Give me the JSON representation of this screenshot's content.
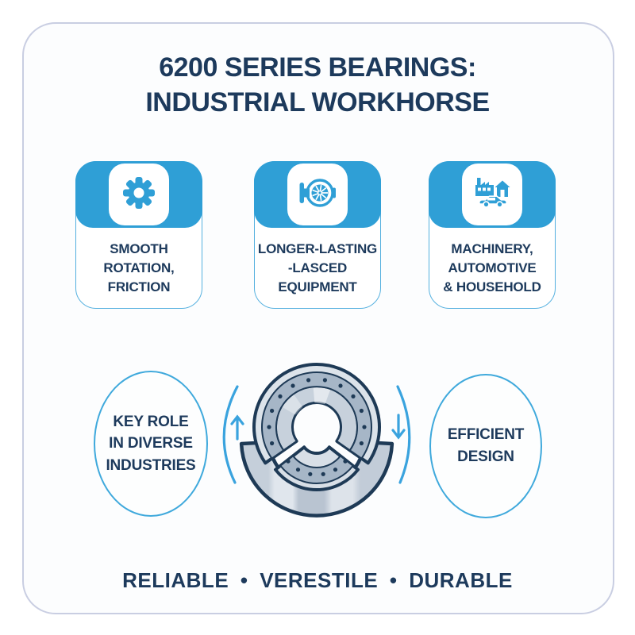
{
  "page": {
    "title": "6200 SERIES BEARINGS:\nINDUSTRIAL WORKHORSE",
    "footer": "RELIABLE • VERESTILE • DURABLE"
  },
  "colors": {
    "accent_blue": "#2f9fd6",
    "navy_text": "#1d3a5c",
    "bearing_outline": "#1e3a56",
    "circle_stroke": "#3fa9dc",
    "arrow_blue": "#3aa3de",
    "frame_border": "#c9cee2",
    "card_border": "#54b0df",
    "steel_light": "#dce3ea",
    "steel_mid": "#c7d1dc",
    "steel_dark": "#a6b6c7"
  },
  "cards": [
    {
      "icon": "gear-icon",
      "label": "SMOOTH\nROTATION,\nFRICTION"
    },
    {
      "icon": "turbo-bearing-icon",
      "label": "LONGER-LASTING\n-LASCED\nEQUIPMENT"
    },
    {
      "icon": "machinery-home-car-icon",
      "label": "MACHINERY,\nAUTOMOTIVE\n& HOUSEHOLD"
    }
  ],
  "bubbles": [
    {
      "label": "KEY ROLE\nIN DIVERSE\nINDUSTRIES"
    },
    {
      "label": "EFFICIENT\nDESIGN"
    }
  ],
  "illustration": {
    "name": "ball-bearing-cutaway",
    "left_arrow": "up",
    "right_arrow": "down"
  }
}
